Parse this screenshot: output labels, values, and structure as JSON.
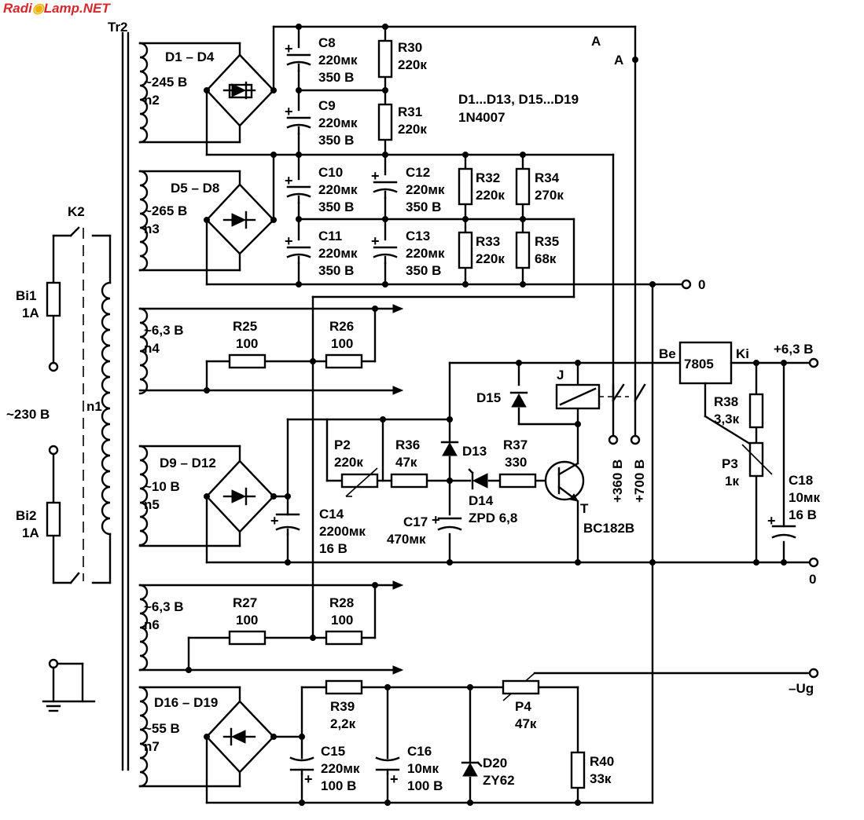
{
  "watermark": {
    "part1": "Radi",
    "part2": "Lamp.NET",
    "full": "RadioLamp.NET"
  },
  "transformer": {
    "ref": "Tr2",
    "primary": "n1",
    "mains": "~230 В"
  },
  "switch": {
    "ref": "K2"
  },
  "fuses": [
    {
      "ref": "Bi1",
      "value": "1A"
    },
    {
      "ref": "Bi2",
      "value": "1A"
    }
  ],
  "windings": [
    {
      "voltage": "~245 В",
      "name": "n2"
    },
    {
      "voltage": "~265 В",
      "name": "n3"
    },
    {
      "voltage": "~6,3 В",
      "name": "n4"
    },
    {
      "voltage": "~10 В",
      "name": "n5"
    },
    {
      "voltage": "~6,3 В",
      "name": "n6"
    },
    {
      "voltage": "~55 В",
      "name": "n7"
    }
  ],
  "bridges": [
    "D1 – D4",
    "D5 – D8",
    "D9 – D12",
    "D16 – D19"
  ],
  "capacitors": [
    {
      "ref": "C8",
      "value": "220мк",
      "voltage": "350 В"
    },
    {
      "ref": "C9",
      "value": "220мк",
      "voltage": "350 В"
    },
    {
      "ref": "C10",
      "value": "220мк",
      "voltage": "350 В"
    },
    {
      "ref": "C11",
      "value": "220мк",
      "voltage": "350 В"
    },
    {
      "ref": "C12",
      "value": "220мк",
      "voltage": "350 В"
    },
    {
      "ref": "C13",
      "value": "220мк",
      "voltage": "350 В"
    },
    {
      "ref": "C14",
      "value": "2200мк",
      "voltage": "16 В"
    },
    {
      "ref": "C17",
      "value": "470мк"
    },
    {
      "ref": "C18",
      "value": "10мк",
      "voltage": "16 В"
    },
    {
      "ref": "C15",
      "value": "220мк",
      "voltage": "100 В"
    },
    {
      "ref": "C16",
      "value": "10мк",
      "voltage": "100 В"
    }
  ],
  "resistors": [
    {
      "ref": "R30",
      "value": "220к"
    },
    {
      "ref": "R31",
      "value": "220к"
    },
    {
      "ref": "R32",
      "value": "220к"
    },
    {
      "ref": "R33",
      "value": "220к"
    },
    {
      "ref": "R34",
      "value": "270к"
    },
    {
      "ref": "R35",
      "value": "68к"
    },
    {
      "ref": "R25",
      "value": "100"
    },
    {
      "ref": "R26",
      "value": "100"
    },
    {
      "ref": "R27",
      "value": "100"
    },
    {
      "ref": "R28",
      "value": "100"
    },
    {
      "ref": "R36",
      "value": "47к"
    },
    {
      "ref": "R37",
      "value": "330"
    },
    {
      "ref": "R38",
      "value": "3,3к"
    },
    {
      "ref": "R39",
      "value": "2,2к"
    },
    {
      "ref": "R40",
      "value": "33к"
    }
  ],
  "pots": [
    {
      "ref": "P2",
      "value": "220к"
    },
    {
      "ref": "P3",
      "value": "1к"
    },
    {
      "ref": "P4",
      "value": "47к"
    }
  ],
  "diode_note": {
    "line1": "D1...D13, D15...D19",
    "line2": "1N4007"
  },
  "diodes": {
    "d13": "D13",
    "d14": "D14",
    "d14_type": "ZPD 6,8",
    "d15": "D15",
    "d20": "D20",
    "d20_type": "ZY62"
  },
  "transistor": {
    "ref": "T",
    "type": "BC182B"
  },
  "relay": {
    "ref": "J"
  },
  "regulator": {
    "type": "7805",
    "in": "Be",
    "out": "Ki"
  },
  "outputs": {
    "a_top": "A",
    "a_side": "A",
    "zero_top": "0",
    "plus63": "+6,3 В",
    "zero_bottom": "0",
    "v360": "+360 В",
    "v700": "+700 В",
    "ug": "–Ug"
  }
}
